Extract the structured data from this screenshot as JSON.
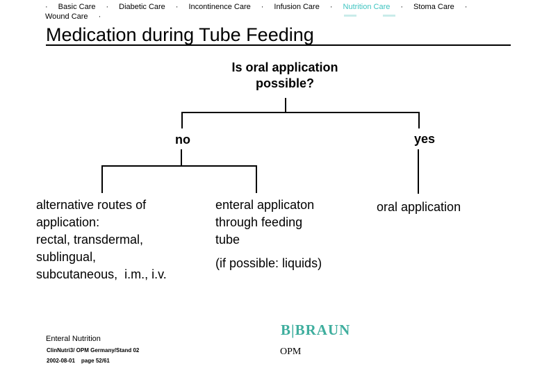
{
  "nav": {
    "separator": "·",
    "row1": [
      "Basic Care",
      "Diabetic Care",
      "Incontinence Care",
      "Infusion Care",
      "Nutrition Care",
      "Stoma Care"
    ],
    "row2": [
      "Wound Care"
    ],
    "highlighted_item": "Nutrition Care",
    "highlight_color": "#3ec4c1"
  },
  "title": "Medication during Tube Feeding",
  "flowchart": {
    "question": {
      "line1": "Is oral application",
      "line2": "possible?"
    },
    "no_label": "no",
    "yes_label": "yes",
    "no_left": {
      "lines": [
        "alternative routes of",
        "application:",
        "rectal, transdermal,",
        "sublingual,",
        "subcutaneous,  i.m., i.v."
      ]
    },
    "no_right": {
      "lines": [
        "enteral applicaton",
        "through feeding",
        "tube"
      ],
      "note": "(if possible: liquids)"
    },
    "yes_result": "oral application"
  },
  "footer": {
    "section": "Enteral Nutrition",
    "doc_ref": "ClinNutri3/ OPM Germany/Stand 02",
    "date": "2002-08-01",
    "page": "page 52/61",
    "logo": "B|BRAUN",
    "logo_sub": "OPM",
    "logo_color": "#3fae9e"
  }
}
